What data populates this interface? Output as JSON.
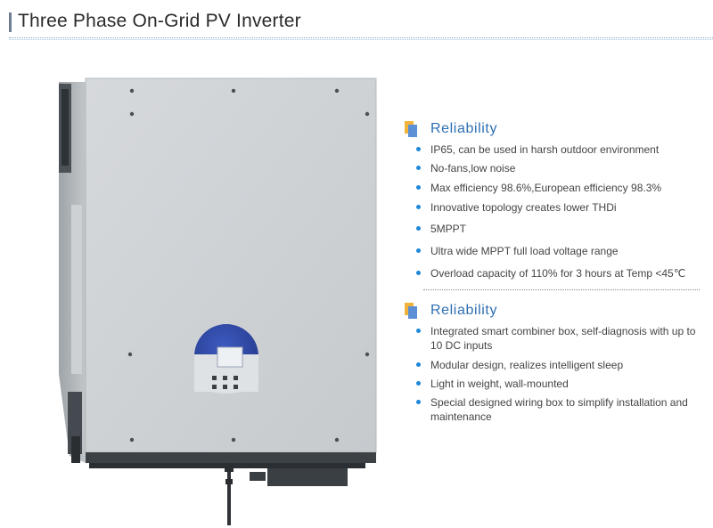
{
  "header": {
    "title": "Three Phase On-Grid PV Inverter"
  },
  "sections": [
    {
      "title": "Reliability",
      "items": [
        "IP65, can be used in harsh outdoor environment",
        "No-fans,low noise",
        "Max efficiency 98.6%,European efficiency 98.3%",
        "Innovative topology creates  lower THDi",
        "5MPPT",
        "Ultra wide MPPT full load voltage range",
        "Overload capacity of 110% for 3 hours at Temp <45℃"
      ]
    },
    {
      "title": "Reliability",
      "items": [
        "Integrated smart combiner box, self-diagnosis with up to 10 DC inputs",
        "Modular design, realizes intelligent sleep",
        "Light in weight, wall-mounted",
        "Special designed wiring box to simplify installation and maintenance"
      ]
    }
  ],
  "colors": {
    "accent_blue": "#2d6fb2",
    "bullet_blue": "#1e88d8",
    "display_blue": "#2f4aa6"
  },
  "icons": [
    "document-icon",
    "bullet-dot-icon"
  ]
}
